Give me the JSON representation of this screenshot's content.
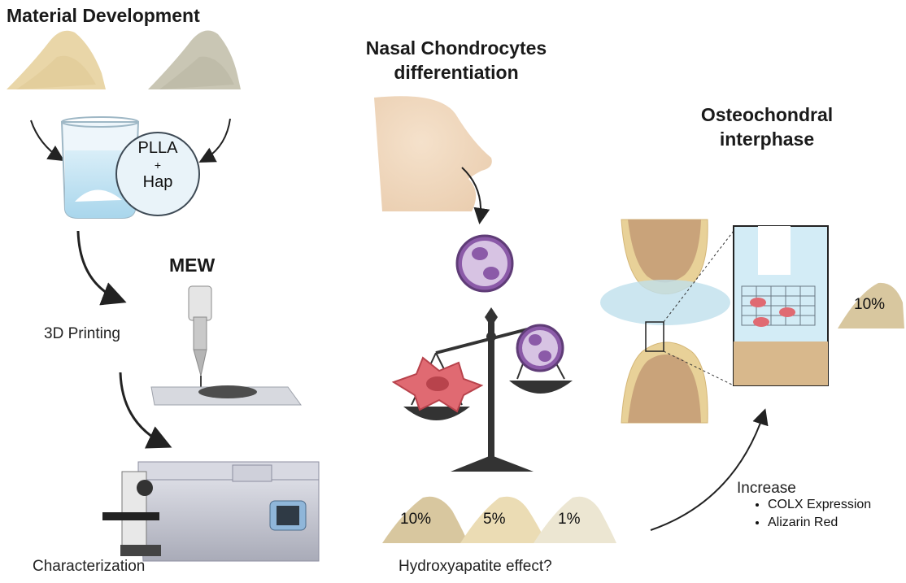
{
  "material_development": {
    "title": "Material Development",
    "badge_line1": "PLLA",
    "badge_line2": "+",
    "badge_line3": "Hap"
  },
  "printing": {
    "process_label": "3D Printing",
    "method_label": "MEW"
  },
  "characterization": {
    "label": "Characterization"
  },
  "nasal": {
    "title_line1": "Nasal Chondrocytes",
    "title_line2": "differentiation"
  },
  "hydroxyapatite": {
    "piles": [
      "10%",
      "5%",
      "1%"
    ],
    "question": "Hydroxyapatite effect?"
  },
  "osteochondral": {
    "title_line1": "Osteochondral",
    "title_line2": "interphase",
    "pile_label": "10%",
    "result_heading": "Increase",
    "results": [
      "COLX Expression",
      "Alizarin Red"
    ]
  },
  "colors": {
    "cell_purple": "#8b5aa8",
    "cell_red": "#e06a72",
    "bone_tan": "#c9a37a",
    "cartilage_blue": "#bfe0ec",
    "arrow": "#222222"
  }
}
